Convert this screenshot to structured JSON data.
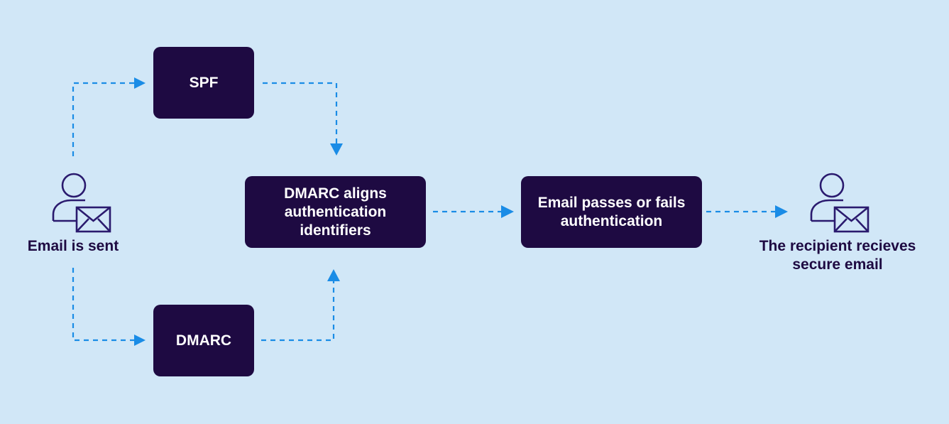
{
  "diagram": {
    "sender_label": "Email is sent",
    "spf_label": "SPF",
    "dmarc_label": "DMARC",
    "align_label": "DMARC aligns authentication identifiers",
    "result_label": "Email passes or fails authentication",
    "recipient_label": "The recipient recieves secure email"
  },
  "colors": {
    "background": "#d1e7f7",
    "box": "#1e0a42",
    "box_text": "#ffffff",
    "arrow": "#1a8ce6",
    "text": "#1e0a42"
  },
  "icons": {
    "sender": "user-with-envelope-icon",
    "recipient": "user-with-envelope-icon"
  }
}
